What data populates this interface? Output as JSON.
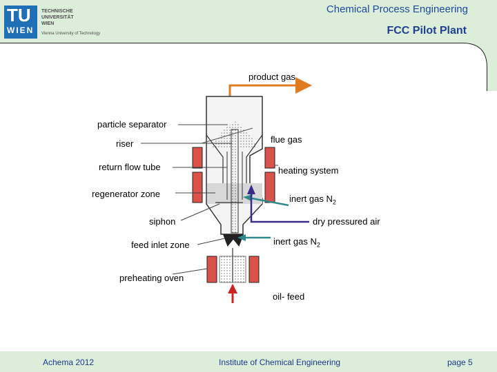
{
  "header": {
    "course": "Chemical Process Engineering",
    "title": "FCC Pilot Plant"
  },
  "logo": {
    "lines": [
      "TECHNISCHE",
      "UNIVERSITÄT",
      "WIEN"
    ],
    "subtitle": "Vienna University of Technology",
    "mark_top": "TU",
    "mark_bottom": "WIEN"
  },
  "labels": {
    "product_gas": "product gas",
    "particle_separator": "particle separator",
    "riser": "riser",
    "flue_gas": "flue gas",
    "return_flow_tube": "return flow tube",
    "heating_system": "heating system",
    "regenerator_zone": "regenerator zone",
    "inert_gas_top": "inert gas N",
    "inert_gas_top_sub": "2",
    "siphon": "siphon",
    "dry_pressured_air": "dry pressured air",
    "feed_inlet_zone": "feed inlet zone",
    "inert_gas_bottom": "inert gas N",
    "inert_gas_bottom_sub": "2",
    "preheating_oven": "preheating oven",
    "oil_feed": "oil- feed"
  },
  "footer": {
    "left": "Achema 2012",
    "center": "Institute of Chemical Engineering",
    "right": "page 5"
  },
  "colors": {
    "header_bg": "#dcedd9",
    "heater_red": "#d9534a",
    "product_gas_arrow": "#e07b1f",
    "inert_gas_arrow": "#2e8a8a",
    "air_arrow": "#3a2a8a",
    "feed_arrow": "#cc2222"
  }
}
